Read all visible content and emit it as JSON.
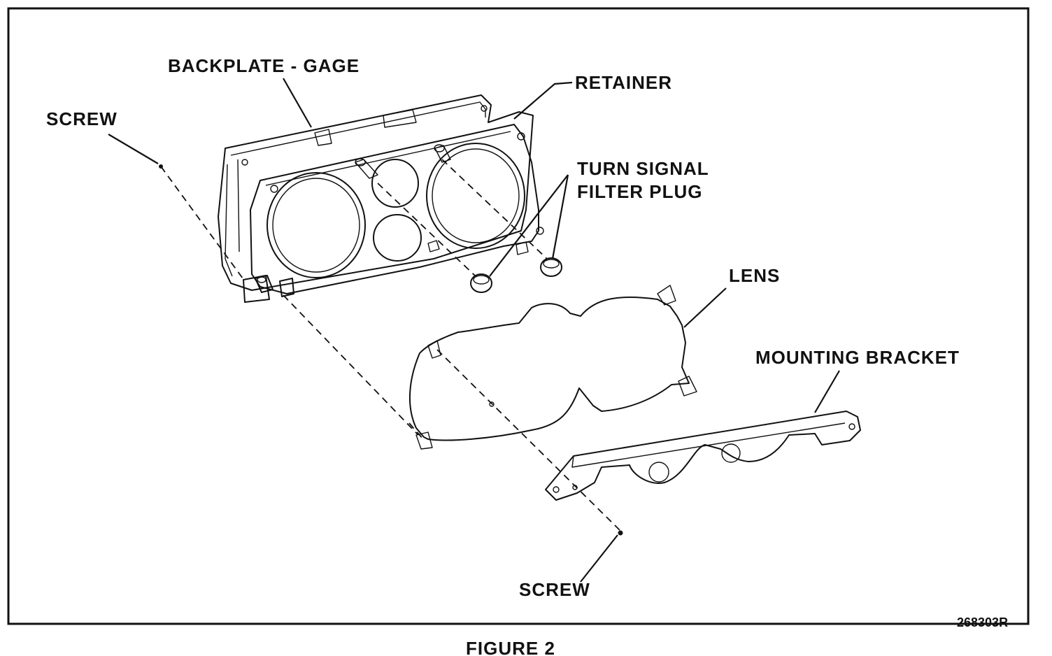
{
  "figure": {
    "caption": "FIGURE 2",
    "drawing_number": "268303R"
  },
  "labels": {
    "backplate": "BACKPLATE - GAGE",
    "retainer": "RETAINER",
    "screw_top": "SCREW",
    "turn_signal_line1": "TURN SIGNAL",
    "turn_signal_line2": "FILTER PLUG",
    "lens": "LENS",
    "mounting_bracket": "MOUNTING BRACKET",
    "screw_bottom": "SCREW"
  }
}
